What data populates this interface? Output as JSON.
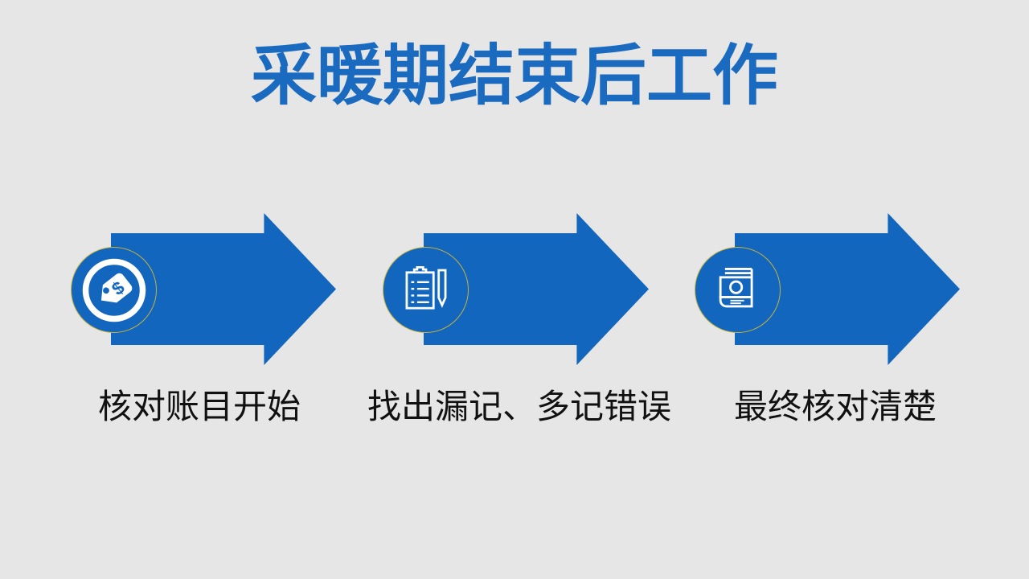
{
  "slide": {
    "title": "采暖期结束后工作",
    "background_color": "#E6E6E6",
    "title_color": "#1A6BC0",
    "arrow_color": "#1266BE",
    "circle_border_color": "#C9B23B",
    "label_color": "#111111",
    "steps": [
      {
        "label": "核对账目开始",
        "icon": "price-tag-icon",
        "glyph": "$"
      },
      {
        "label": "找出漏记、多记错误",
        "icon": "clipboard-checklist-icon"
      },
      {
        "label": "最终核对清楚",
        "icon": "ledger-book-icon"
      }
    ]
  }
}
